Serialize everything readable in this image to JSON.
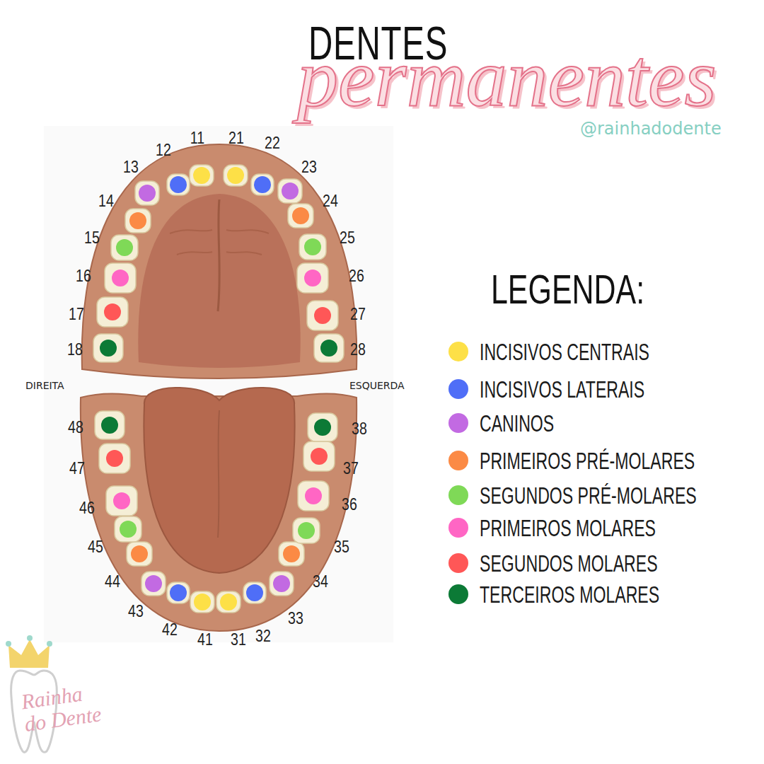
{
  "diagram": {
    "title": "DENTES",
    "labels": [
      "permanentes",
      "@rainhadodente",
      "LEGENDA:",
      "DIREITA",
      "ESQUERDA",
      "11",
      "12",
      "13",
      "14",
      "15",
      "16",
      "17",
      "18",
      "21",
      "22",
      "23",
      "24",
      "25",
      "26",
      "27",
      "28",
      "31",
      "32",
      "33",
      "34",
      "35",
      "36",
      "37",
      "38",
      "41",
      "42",
      "43",
      "44",
      "45",
      "46",
      "47",
      "48",
      "Rainha do Dente"
    ],
    "legend": [
      {
        "text": "INCISIVOS CENTRAIS",
        "color": "#fde047"
      },
      {
        "text": "INCISIVOS LATERAIS",
        "color": "#4f6ef7"
      },
      {
        "text": "CANINOS",
        "color": "#c26ae2"
      },
      {
        "text": "PRIMEIROS PRÉ-MOLARES",
        "color": "#fb8a45"
      },
      {
        "text": "SEGUNDOS PRÉ-MOLARES",
        "color": "#7fd957"
      },
      {
        "text": "PRIMEIROS MOLARES",
        "color": "#ff66c4"
      },
      {
        "text": "SEGUNDOS MOLARES",
        "color": "#ff5757"
      },
      {
        "text": "TERCEIROS MOLARES",
        "color": "#0c7a36"
      }
    ]
  }
}
